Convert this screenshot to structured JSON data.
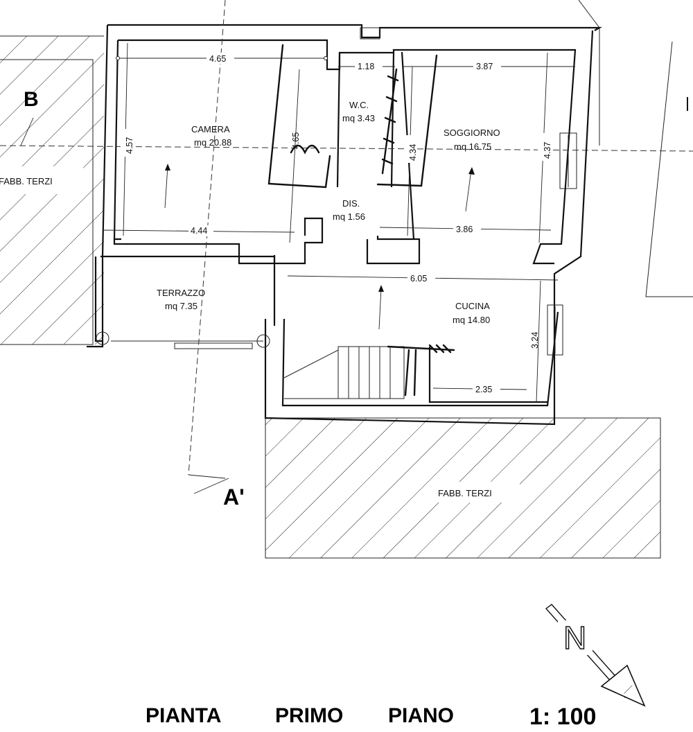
{
  "rooms": {
    "camera": {
      "name": "CAMERA",
      "area": "mq 20.88"
    },
    "wc": {
      "name": "W.C.",
      "area": "mq 3.43"
    },
    "soggiorno": {
      "name": "SOGGIORNO",
      "area": "mq 16.75"
    },
    "dis": {
      "name": "DIS.",
      "area": "mq 1.56"
    },
    "terrazzo": {
      "name": "TERRAZZO",
      "area": "mq 7.35"
    },
    "cucina": {
      "name": "CUCINA",
      "area": "mq 14.80"
    }
  },
  "neighbors": {
    "left": "FABB. TERZI",
    "bottom": "FABB. TERZI"
  },
  "dimensions": {
    "camera_top": "4.65",
    "camera_height": "4.57",
    "camera_inner_height": "4.65",
    "camera_bottom": "4.44",
    "wc_width": "1.18",
    "soggiorno_top": "3.87",
    "soggiorno_left_height": "4.34",
    "soggiorno_right_height": "4.37",
    "soggiorno_bottom": "3.86",
    "cucina_width": "6.05",
    "cucina_height": "3.24",
    "cucina_bottom": "2.35"
  },
  "section_marks": {
    "b": "B",
    "a_prime": "A'"
  },
  "north_label": "N",
  "title": {
    "word1": "PIANTA",
    "word2": "PRIMO",
    "word3": "PIANO",
    "scale": "1: 100"
  },
  "icons": [
    "north-arrow-icon",
    "direction-arrow-icon",
    "stair-icon"
  ]
}
